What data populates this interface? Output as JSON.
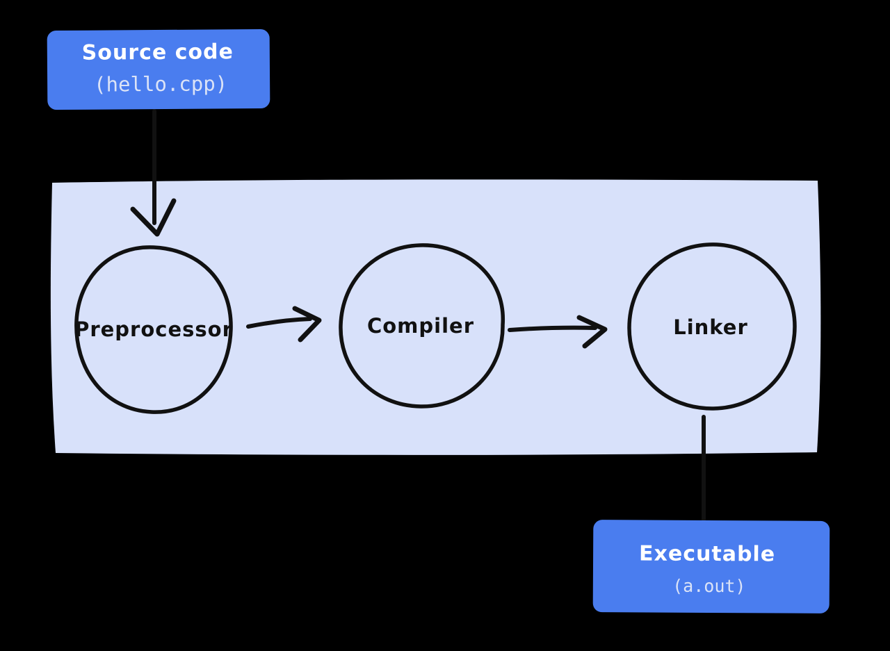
{
  "colors": {
    "background": "#000000",
    "box_fill": "#4a7def",
    "band_fill": "#d8e1fa",
    "node_fill": "#ffffff",
    "ink": "#111111",
    "box_title_text": "#ffffff",
    "box_subtitle_text": "#dbe3f7",
    "node_label_text": "#111111"
  },
  "source_box": {
    "title": "Source code",
    "subtitle": "(hello.cpp)"
  },
  "executable_box": {
    "title": "Executable",
    "subtitle": "(a.out)"
  },
  "stages": [
    {
      "label": "Preprocessor"
    },
    {
      "label": "Compiler"
    },
    {
      "label": "Linker"
    }
  ]
}
